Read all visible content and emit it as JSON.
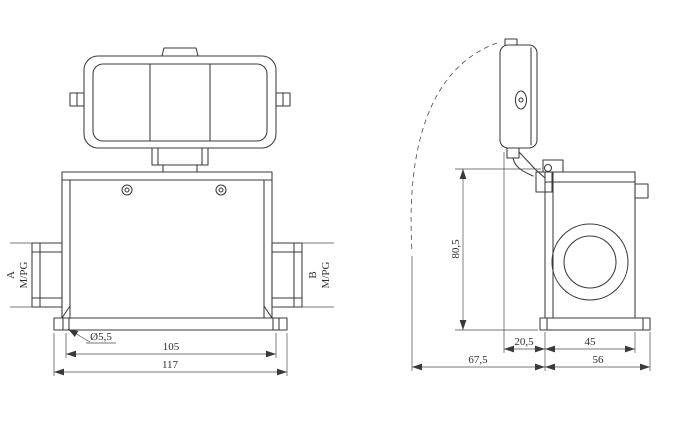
{
  "front_view": {
    "entry_a": "A",
    "entry_a_thread": "M/PG",
    "entry_b": "B",
    "entry_b_thread": "M/PG",
    "dim_hole": "Ø5,5",
    "dim_hole_spacing": "105",
    "dim_width": "117"
  },
  "side_view": {
    "dim_height": "80,5",
    "dim_cover_offset": "20,5",
    "dim_body_depth": "45",
    "dim_overall": "67,5",
    "dim_base_depth": "56"
  }
}
